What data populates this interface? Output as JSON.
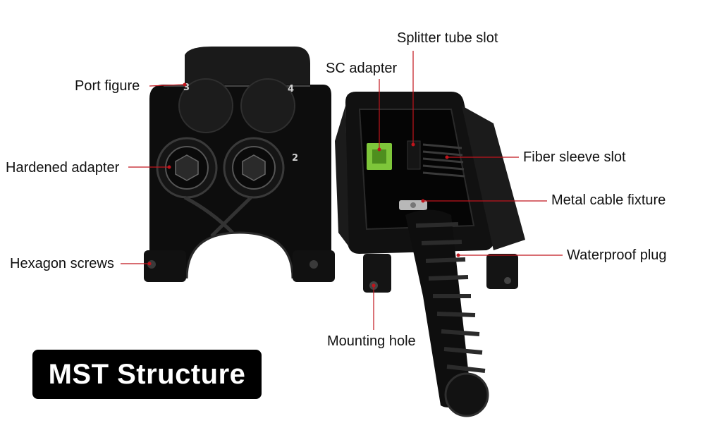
{
  "title": "MST Structure",
  "callouts": {
    "port_figure": "Port figure",
    "hardened_adapter": "Hardened adapter",
    "hexagon_screws": "Hexagon screws",
    "sc_adapter": "SC adapter",
    "splitter_tube_slot": "Splitter tube slot",
    "fiber_sleeve_slot": "Fiber sleeve slot",
    "metal_cable_fixture": "Metal cable fixture",
    "waterproof_plug": "Waterproof plug",
    "mounting_hole": "Mounting hole"
  },
  "port_numbers": [
    "3",
    "4",
    "2"
  ],
  "colors": {
    "leader_line": "#c0141c",
    "housing": "#0d0d0d",
    "sc_adapter": "#7ec63a",
    "title_bg": "#000000",
    "title_text": "#ffffff"
  }
}
